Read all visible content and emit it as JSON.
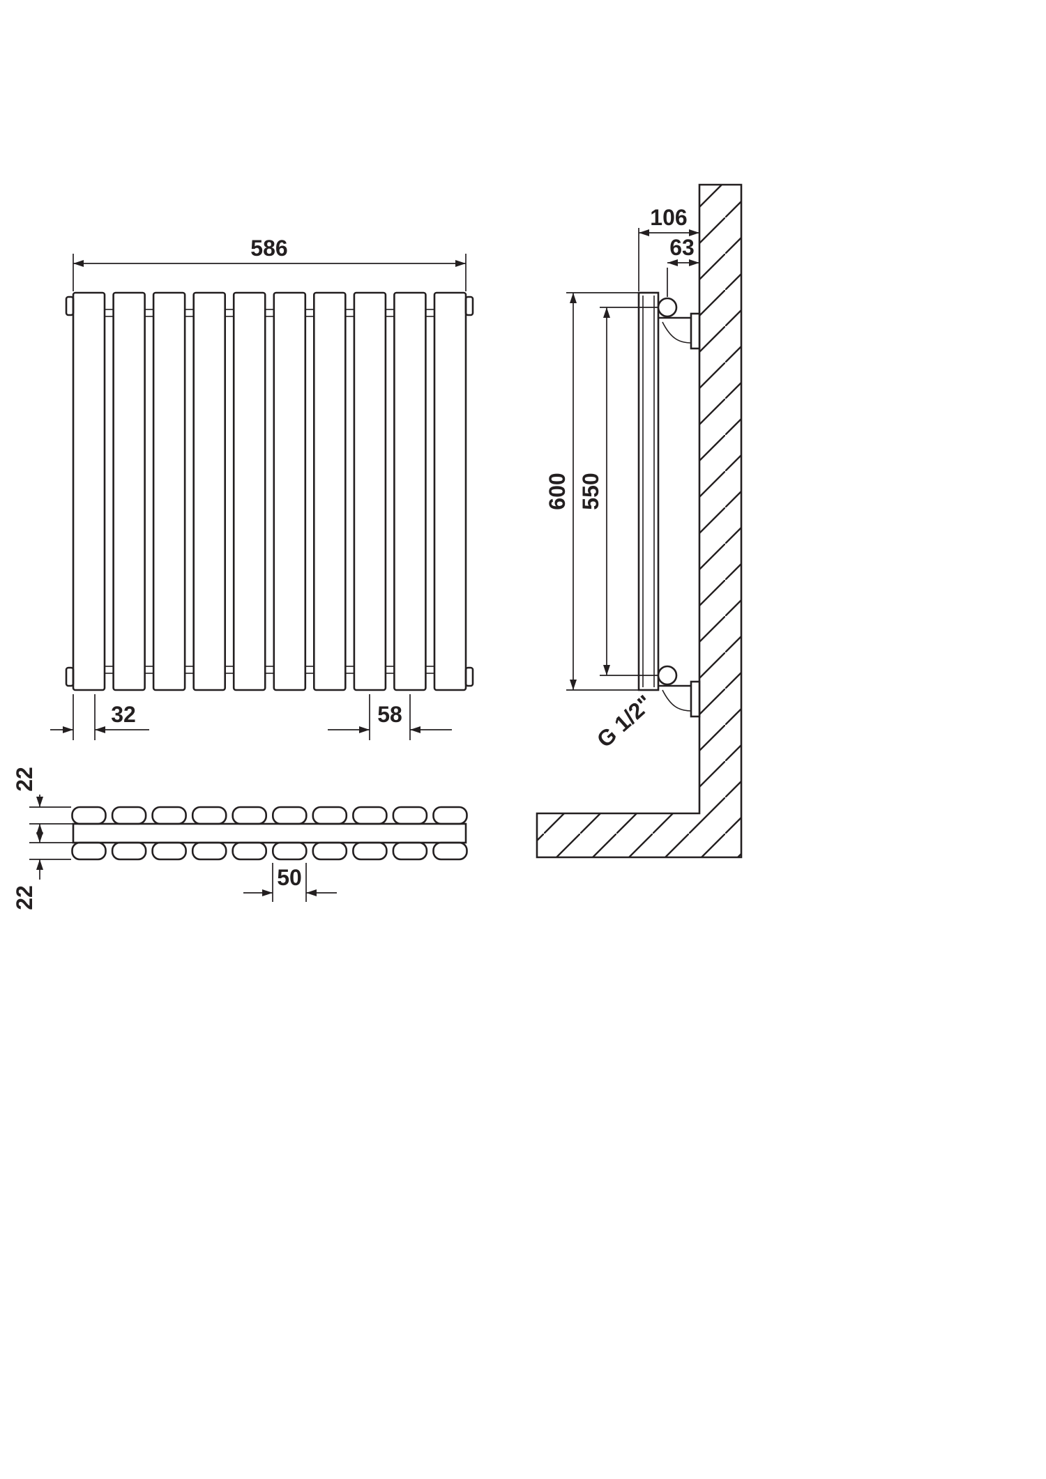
{
  "drawing": {
    "type": "radiator-technical-drawing",
    "line_color": "#231f20",
    "background": "#ffffff"
  },
  "front_view": {
    "panel_count": 10,
    "width_label": "586",
    "offset_label": "32",
    "pitch_label": "58"
  },
  "section_view": {
    "tube_count": 10,
    "depth_top_label": "22",
    "depth_bottom_label": "22",
    "tube_width_label": "50"
  },
  "side_view": {
    "depth_label": "106",
    "pipe_offset_label": "63",
    "height_label": "600",
    "pipe_spacing_label": "550",
    "connection_label": "G 1/2\""
  }
}
